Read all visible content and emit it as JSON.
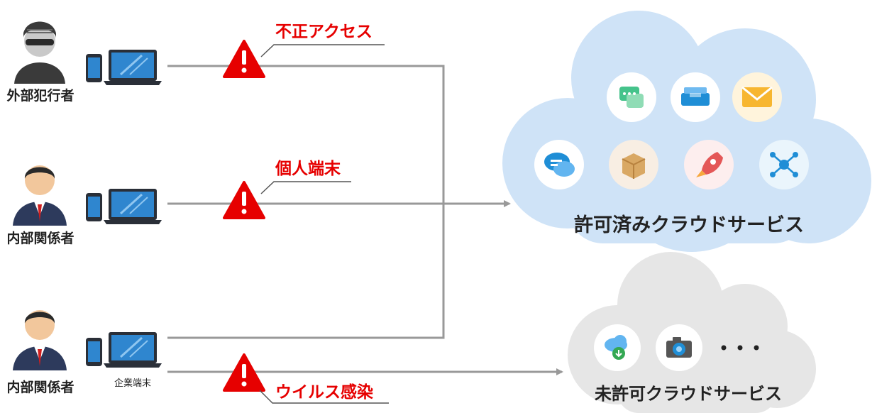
{
  "actors": [
    {
      "label": "外部犯行者",
      "type": "hacker"
    },
    {
      "label": "内部関係者",
      "type": "businessman"
    },
    {
      "label": "内部関係者",
      "type": "businessman",
      "device_label": "企業端末"
    }
  ],
  "warnings": [
    "不正アクセス",
    "個人端末",
    "ウイルス感染"
  ],
  "clouds": {
    "approved": {
      "label": "許可済みクラウドサービス",
      "icons": [
        "chat-bubbles-icon",
        "inbox-tray-icon",
        "mail-envelope-icon",
        "message-bubbles-icon",
        "package-box-icon",
        "rocket-icon",
        "network-hub-icon"
      ]
    },
    "unapproved": {
      "label": "未許可クラウドサービス",
      "icons": [
        "cloud-download-icon",
        "camera-icon",
        "more-dots-icon"
      ]
    }
  },
  "colors": {
    "warning_red": "#e60000",
    "line_gray": "#999999",
    "cloud_blue": "#cfe3f7",
    "cloud_gray": "#e6e6e6",
    "device_blue": "#2f86cf"
  }
}
